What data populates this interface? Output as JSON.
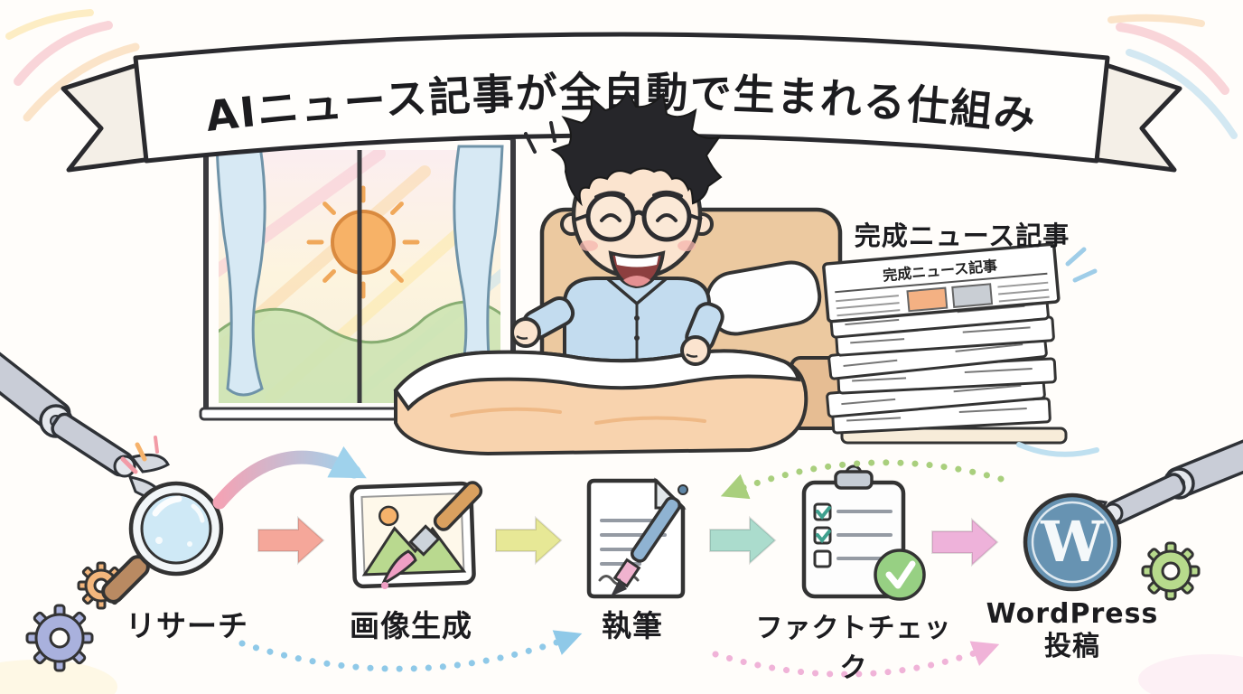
{
  "banner": {
    "title": "AIニュース記事が全自動で生まれる仕組み"
  },
  "bedroom": {
    "stack_label": "完成ニュース記事",
    "newspaper_title": "完成ニュース記事"
  },
  "workflow": {
    "steps": [
      {
        "id": "research",
        "label": "リサーチ"
      },
      {
        "id": "image-generation",
        "label": "画像生成"
      },
      {
        "id": "writing",
        "label": "執筆"
      },
      {
        "id": "fact-check",
        "label": "ファクトチェック"
      },
      {
        "id": "wordpress-post",
        "label": "WordPress",
        "label_line2": "投稿"
      }
    ],
    "wordpress_letter": "W"
  },
  "colors": {
    "arrow_1": "#f5a79a",
    "arrow_2": "#e7e896",
    "arrow_3": "#abdccd",
    "arrow_4": "#eeb2da",
    "dotted_blue": "#8fc9e8",
    "dotted_green": "#a9cf7d",
    "dotted_pink": "#f0b3d8",
    "wordpress_blue": "#6793b2"
  }
}
